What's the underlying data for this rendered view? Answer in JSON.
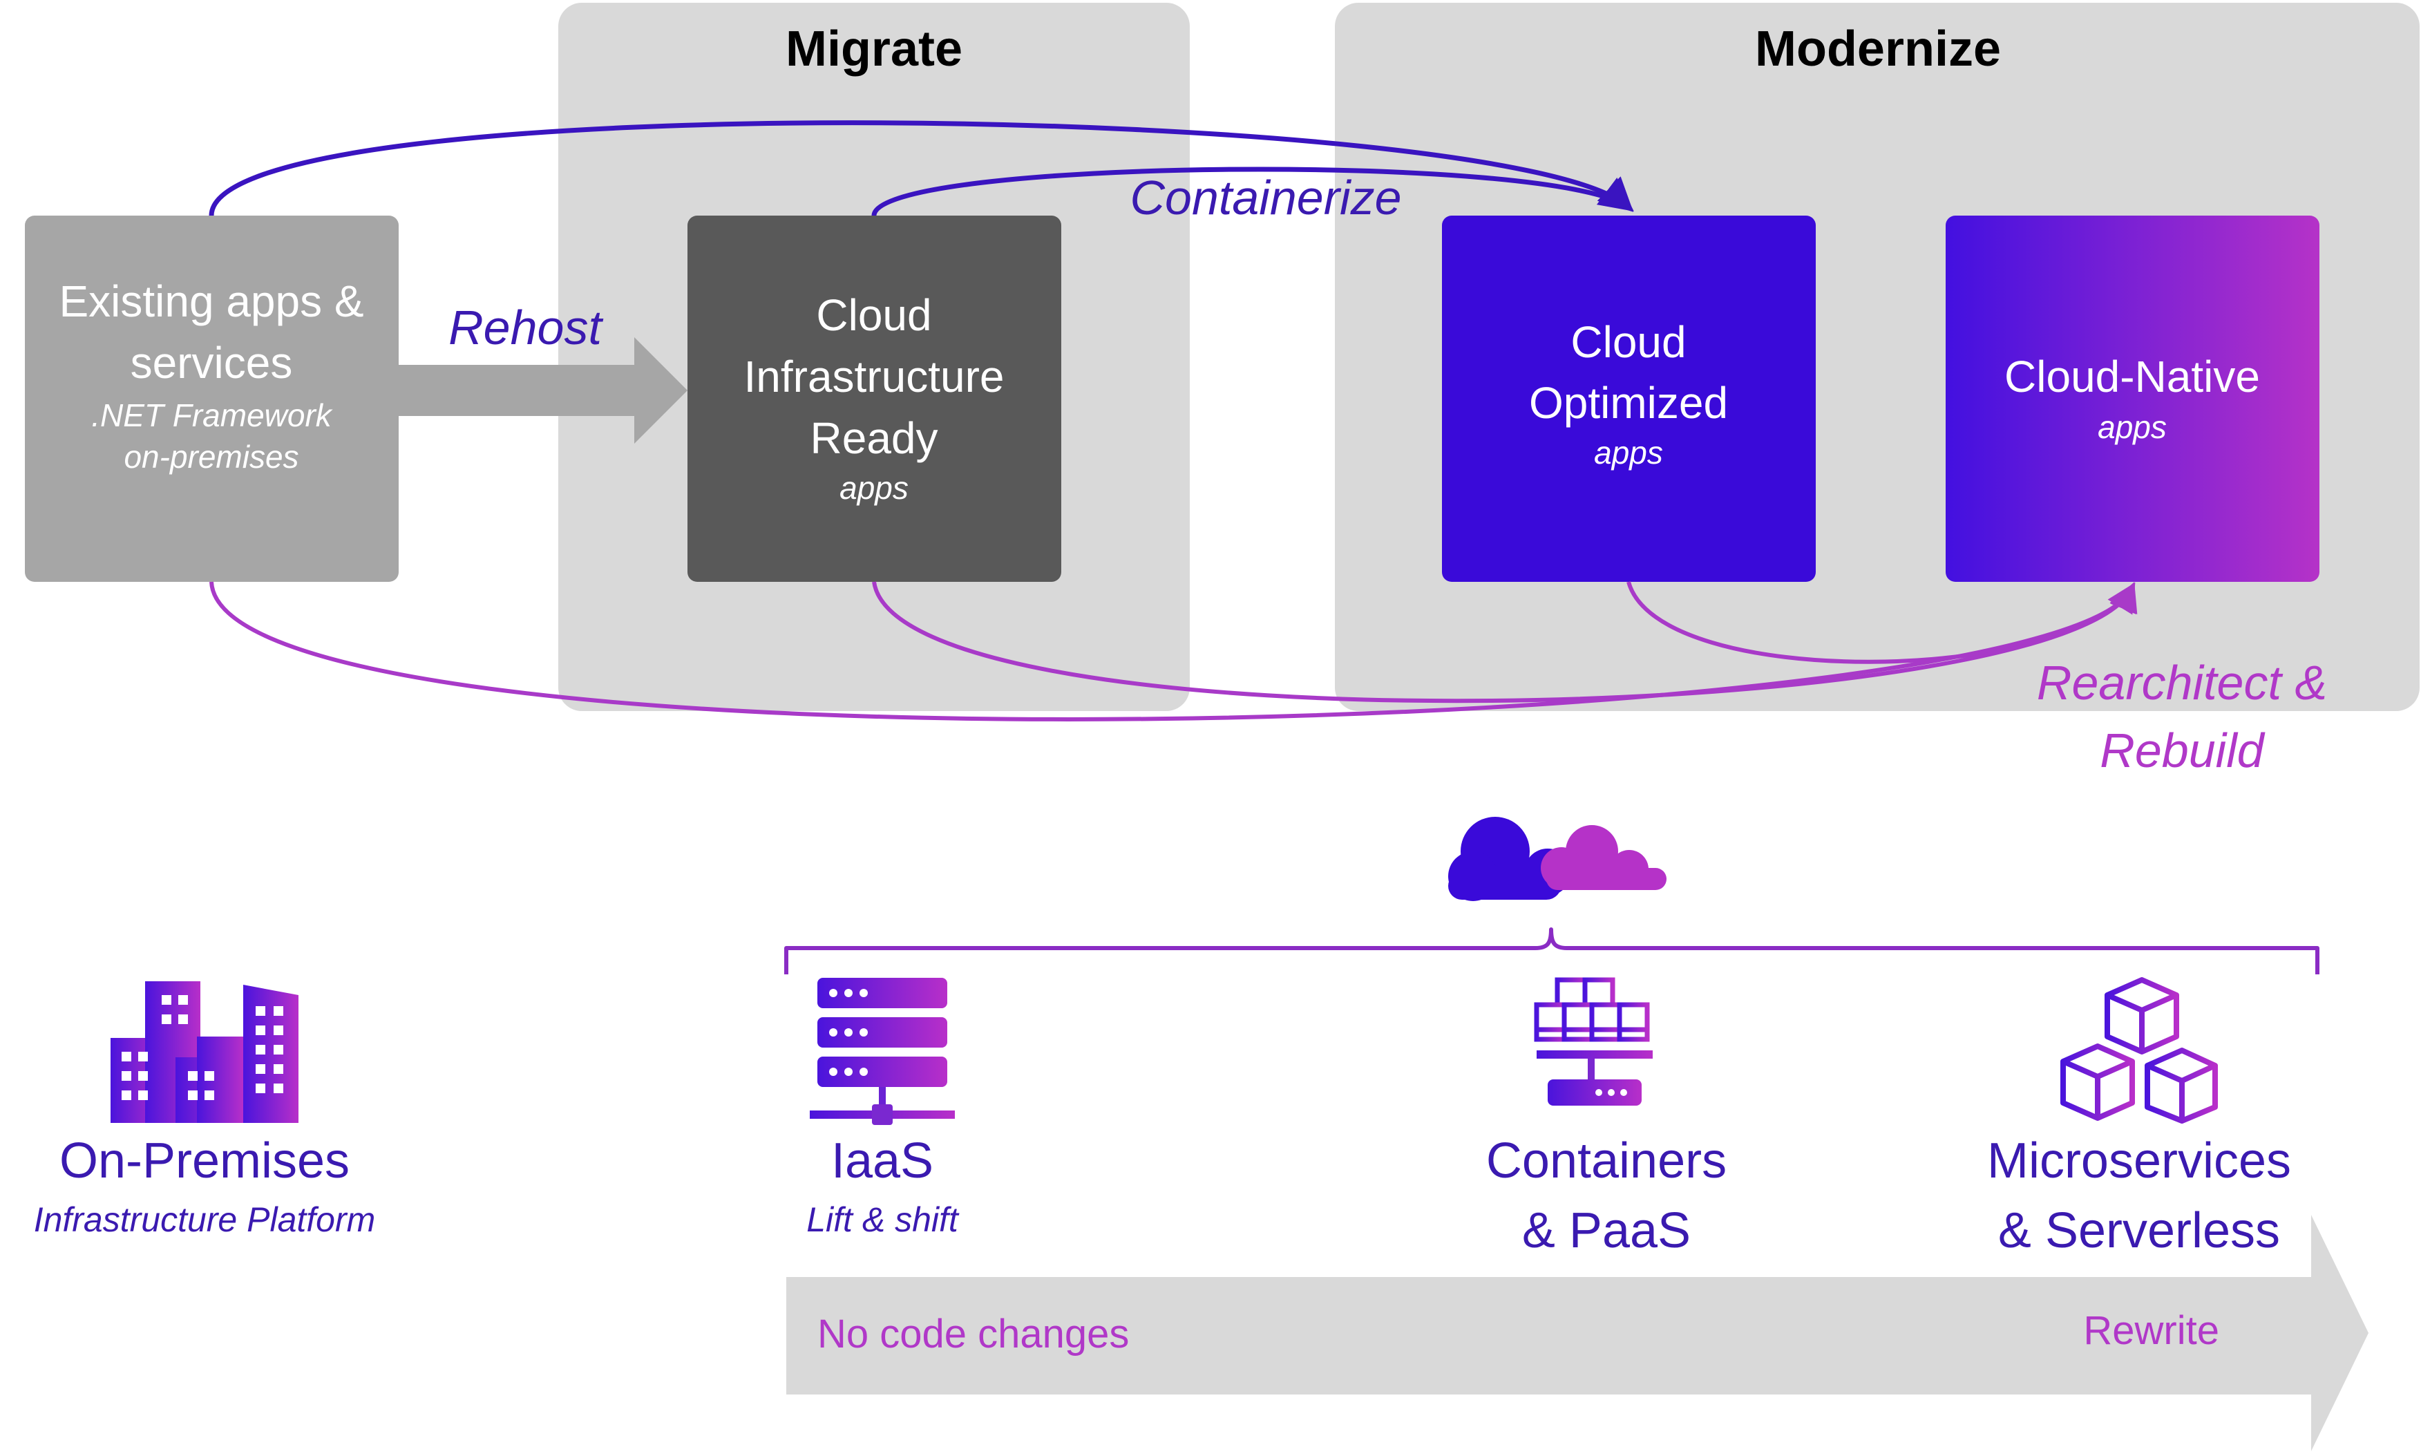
{
  "sections": {
    "migrate": "Migrate",
    "modernize": "Modernize"
  },
  "boxes": {
    "existing": {
      "line1": "Existing apps &",
      "line2": "services",
      "sub1": ".NET Framework",
      "sub2": "on-premises"
    },
    "infra": {
      "line1": "Cloud",
      "line2": "Infrastructure",
      "line3": "Ready",
      "sub": "apps"
    },
    "optimized": {
      "line1": "Cloud",
      "line2": "Optimized",
      "sub": "apps"
    },
    "native": {
      "line1": "Cloud-Native",
      "sub": "apps"
    }
  },
  "arrows": {
    "rehost": "Rehost",
    "containerize": "Containerize",
    "rearchitect1": "Rearchitect &",
    "rearchitect2": "Rebuild"
  },
  "platforms": {
    "onprem": {
      "title": "On-Premises",
      "sub": "Infrastructure Platform",
      "icon": "buildings-icon"
    },
    "iaas": {
      "title": "IaaS",
      "sub": "Lift & shift",
      "icon": "server-rack-icon"
    },
    "containers": {
      "title1": "Containers",
      "title2": "& PaaS",
      "icon": "container-blocks-icon"
    },
    "micro": {
      "title1": "Microservices",
      "title2": "& Serverless",
      "icon": "cubes-icon"
    },
    "cloud_icon": "cloud-icon"
  },
  "scale": {
    "left": "No code changes",
    "right": "Rewrite"
  },
  "colors": {
    "panel": "#d9d9d9",
    "existing": "#a6a6a6",
    "infra": "#595959",
    "optimized": "#3a0ad9",
    "native_start": "#4310e0",
    "native_end": "#b532c8",
    "indigo_text": "#3a1ab0",
    "magenta": "#b038c8"
  }
}
